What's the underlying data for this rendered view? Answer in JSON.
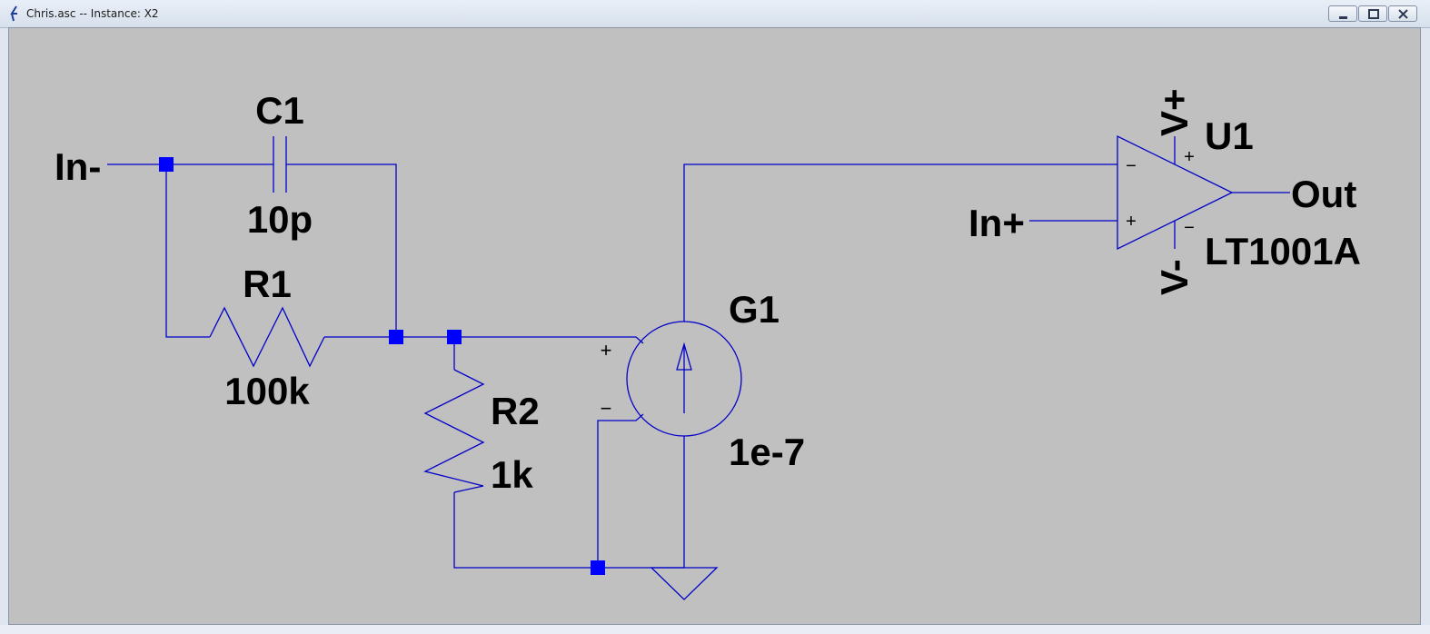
{
  "window": {
    "title": "Chris.asc -- Instance: X2",
    "buttons": [
      "minimize",
      "maximize",
      "close"
    ]
  },
  "colors": {
    "canvas_background": "#c0c0c0",
    "wire": "#0000c8",
    "junction": "#0000ff",
    "labels": "#000000"
  },
  "schematic": {
    "net_labels": {
      "in_minus": "In-",
      "in_plus": "In+",
      "out": "Out"
    },
    "components": {
      "c1": {
        "name": "C1",
        "value": "10p"
      },
      "r1": {
        "name": "R1",
        "value": "100k"
      },
      "r2": {
        "name": "R2",
        "value": "1k"
      },
      "g1": {
        "name": "G1",
        "value": "1e-7",
        "plus": "+",
        "minus": "−"
      },
      "u1": {
        "name": "U1",
        "value": "LT1001A",
        "vplus": "V+",
        "vminus": "V-",
        "in_minus": "−",
        "in_plus": "+",
        "sup_plus": "+",
        "sup_minus": "−"
      }
    }
  }
}
